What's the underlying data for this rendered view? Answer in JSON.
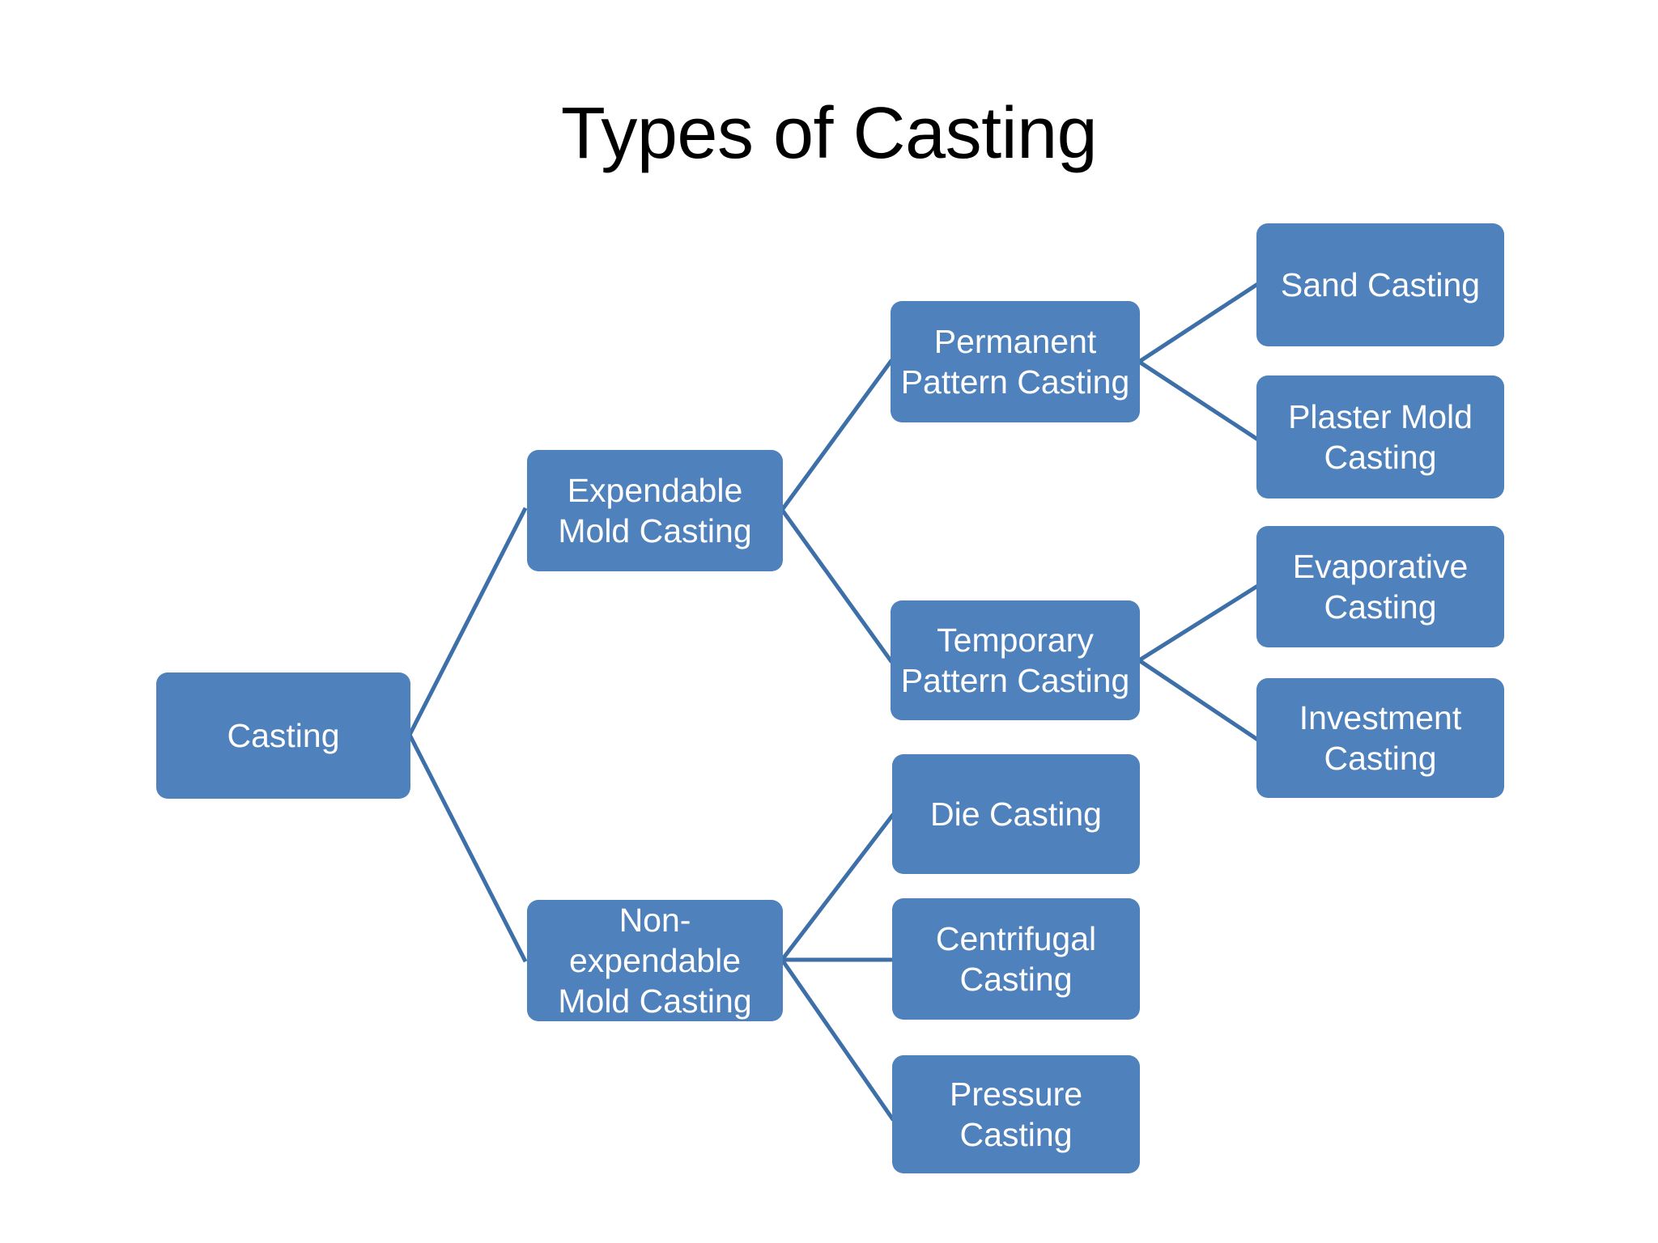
{
  "slide": {
    "title": "Types of Casting",
    "background_color": "#FFFFFF",
    "node_fill_color": "#4F81BD",
    "node_text_color": "#FFFFFF",
    "connector_color": "#3D6FA8",
    "title_color": "#000000"
  },
  "nodes": {
    "root": {
      "label": "Casting"
    },
    "expendable": {
      "label": "Expendable\nMold Casting"
    },
    "non_expendable": {
      "label": "Non-expendable\nMold Casting"
    },
    "permanent_pattern": {
      "label": "Permanent\nPattern Casting"
    },
    "temporary_pattern": {
      "label": "Temporary\nPattern Casting"
    },
    "sand": {
      "label": "Sand Casting"
    },
    "plaster_mold": {
      "label": "Plaster Mold\nCasting"
    },
    "evaporative": {
      "label": "Evaporative\nCasting"
    },
    "investment": {
      "label": "Investment\nCasting"
    },
    "die": {
      "label": "Die Casting"
    },
    "centrifugal": {
      "label": "Centrifugal\nCasting"
    },
    "pressure": {
      "label": "Pressure Casting"
    }
  },
  "hierarchy": [
    {
      "id": "root",
      "label": "Casting",
      "children": [
        {
          "id": "expendable",
          "label": "Expendable Mold Casting",
          "children": [
            {
              "id": "permanent_pattern",
              "label": "Permanent Pattern Casting",
              "children": [
                {
                  "id": "sand",
                  "label": "Sand Casting"
                },
                {
                  "id": "plaster_mold",
                  "label": "Plaster Mold Casting"
                }
              ]
            },
            {
              "id": "temporary_pattern",
              "label": "Temporary Pattern Casting",
              "children": [
                {
                  "id": "evaporative",
                  "label": "Evaporative Casting"
                },
                {
                  "id": "investment",
                  "label": "Investment Casting"
                }
              ]
            }
          ]
        },
        {
          "id": "non_expendable",
          "label": "Non-expendable Mold Casting",
          "children": [
            {
              "id": "die",
              "label": "Die Casting"
            },
            {
              "id": "centrifugal",
              "label": "Centrifugal Casting"
            },
            {
              "id": "pressure",
              "label": "Pressure Casting"
            }
          ]
        }
      ]
    }
  ]
}
